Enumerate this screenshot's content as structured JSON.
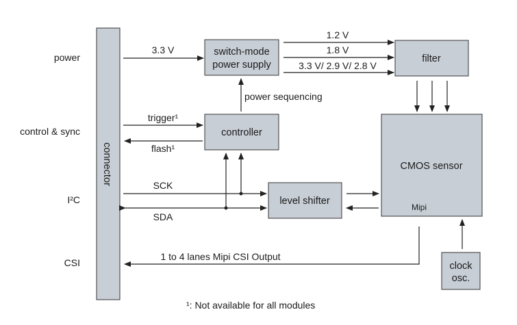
{
  "side_labels": {
    "power": "power",
    "control_sync": "control & sync",
    "i2c": "I²C",
    "csi": "CSI"
  },
  "blocks": {
    "connector": "connector",
    "psu_line1": "switch-mode",
    "psu_line2": "power supply",
    "filter": "filter",
    "controller": "controller",
    "level_shifter": "level shifter",
    "cmos_sensor": "CMOS sensor",
    "mipi": "Mipi",
    "clock_line1": "clock",
    "clock_line2": "osc."
  },
  "signals": {
    "v33": "3.3 V",
    "v12": "1.2 V",
    "v18": "1.8 V",
    "v_multi": "3.3 V/ 2.9 V/ 2.8 V",
    "power_sequencing": "power sequencing",
    "trigger": "trigger¹",
    "flash": "flash¹",
    "sck": "SCK",
    "sda": "SDA",
    "csi_output": "1 to 4 lanes Mipi CSI Output"
  },
  "footnote": "¹:  Not available for all modules"
}
